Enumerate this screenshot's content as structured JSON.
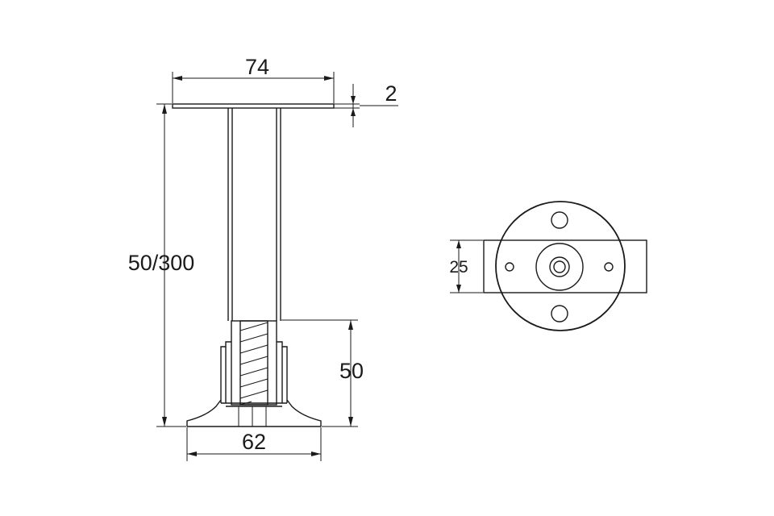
{
  "drawing": {
    "dimensions": {
      "top_plate_width": "74",
      "plate_thickness": "2",
      "height_range": "50/300",
      "adjust_height": "50",
      "base_width": "62",
      "bracket_width": "25"
    }
  }
}
